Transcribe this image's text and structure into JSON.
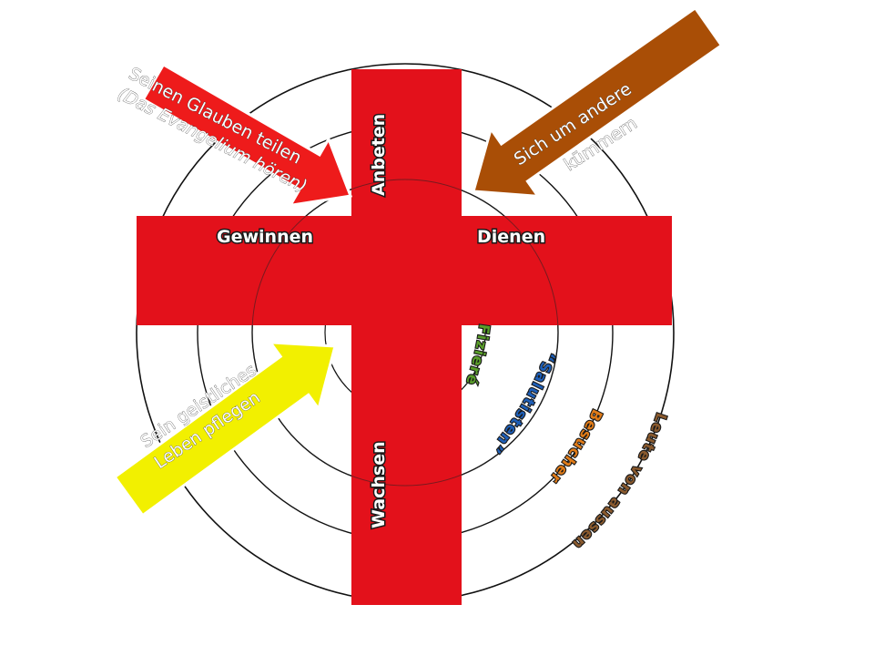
{
  "diagram": {
    "cross_labels": {
      "top": "Anbeten",
      "left": "Gewinnen",
      "right": "Dienen",
      "bottom": "Wachsen"
    },
    "ring_labels": {
      "inner": "Fizieré",
      "second": "“Salutisten”",
      "third": "Besucher",
      "outer": "Leute von aussen"
    },
    "arrows": {
      "red": {
        "line1": "Seinen Glauben teilen",
        "line2": "(Das Evangelium hören)"
      },
      "brown": {
        "line1": "Sich um  andere",
        "line2": "kümmern"
      },
      "yellow": {
        "line1": "Sein geistliches",
        "line2": "Leben pflegen"
      }
    },
    "colors": {
      "cross": "#e3111b",
      "red_arrow": "#ee1b1b",
      "brown_arrow": "#a94e06",
      "yellow_arrow": "#f2f000",
      "ring_inner": "#5a9e2a",
      "ring_second": "#1e5fb8",
      "ring_third": "#e07b18",
      "ring_outer": "#8a5a2e"
    }
  }
}
